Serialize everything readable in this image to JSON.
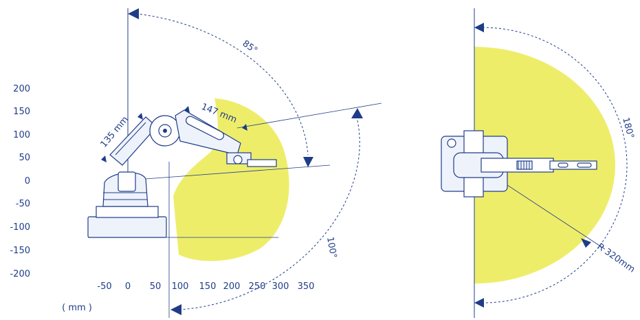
{
  "units_label": "( mm )",
  "y_ticks": [
    "200",
    "150",
    "100",
    "50",
    "0",
    "-50",
    "-100",
    "-150",
    "-200"
  ],
  "x_ticks": [
    "-50",
    "0",
    "50",
    "100",
    "150",
    "200",
    "250",
    "300",
    "350"
  ],
  "angles": {
    "upper": "85°",
    "lower": "100°",
    "base": "180°"
  },
  "lengths": {
    "upper_arm": "135 mm",
    "forearm": "147 mm",
    "radius": "R 320mm"
  },
  "colors": {
    "workspace": "#eeed6a",
    "lines": "#1f3c88",
    "arm_fill": "#eef2fb"
  }
}
